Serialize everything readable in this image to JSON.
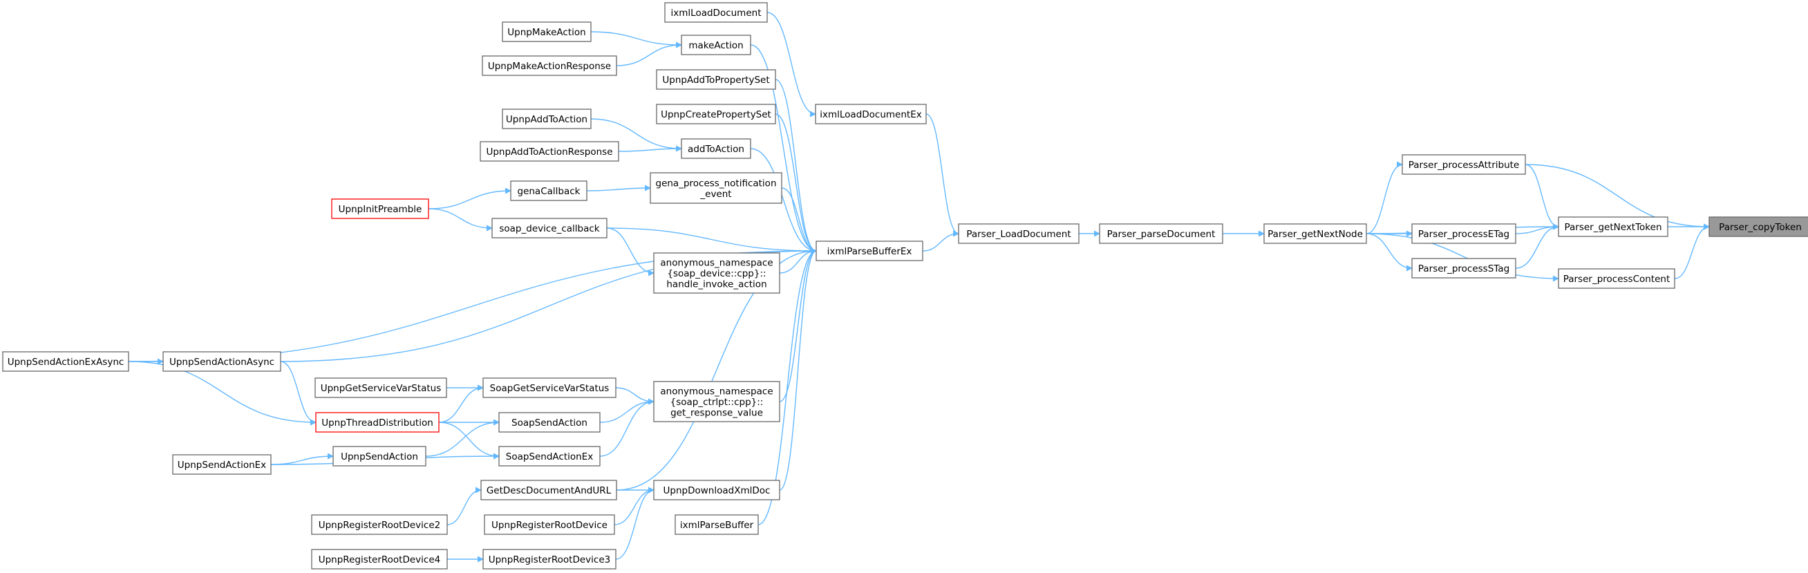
{
  "graph": {
    "colors": {
      "edge": "#63b8ff",
      "node_border": "#666666",
      "highlight_border": "#ff0000",
      "focus_fill": "#999999"
    },
    "nodes": [
      {
        "id": "Parser_copyToken",
        "lines": [
          "Parser_copyToken"
        ],
        "style": "gray"
      },
      {
        "id": "Parser_processAttribute",
        "lines": [
          "Parser_processAttribute"
        ]
      },
      {
        "id": "Parser_getNextToken",
        "lines": [
          "Parser_getNextToken"
        ]
      },
      {
        "id": "Parser_processContent",
        "lines": [
          "Parser_processContent"
        ]
      },
      {
        "id": "Parser_getNextNode",
        "lines": [
          "Parser_getNextNode"
        ]
      },
      {
        "id": "Parser_processETag",
        "lines": [
          "Parser_processETag"
        ]
      },
      {
        "id": "Parser_processSTag",
        "lines": [
          "Parser_processSTag"
        ]
      },
      {
        "id": "Parser_parseDocument",
        "lines": [
          "Parser_parseDocument"
        ]
      },
      {
        "id": "Parser_LoadDocument",
        "lines": [
          "Parser_LoadDocument"
        ]
      },
      {
        "id": "ixmlLoadDocumentEx",
        "lines": [
          "ixmlLoadDocumentEx"
        ]
      },
      {
        "id": "ixmlParseBufferEx",
        "lines": [
          "ixmlParseBufferEx"
        ]
      },
      {
        "id": "ixmlLoadDocument",
        "lines": [
          "ixmlLoadDocument"
        ]
      },
      {
        "id": "makeAction",
        "lines": [
          "makeAction"
        ]
      },
      {
        "id": "UpnpMakeAction",
        "lines": [
          "UpnpMakeAction"
        ]
      },
      {
        "id": "UpnpMakeActionResponse",
        "lines": [
          "UpnpMakeActionResponse"
        ]
      },
      {
        "id": "UpnpAddToPropertySet",
        "lines": [
          "UpnpAddToPropertySet"
        ]
      },
      {
        "id": "UpnpCreatePropertySet",
        "lines": [
          "UpnpCreatePropertySet"
        ]
      },
      {
        "id": "addToAction",
        "lines": [
          "addToAction"
        ]
      },
      {
        "id": "UpnpAddToAction",
        "lines": [
          "UpnpAddToAction"
        ]
      },
      {
        "id": "UpnpAddToActionResponse",
        "lines": [
          "UpnpAddToActionResponse"
        ]
      },
      {
        "id": "gena_process_notification_event",
        "lines": [
          "gena_process_notification",
          "_event"
        ]
      },
      {
        "id": "genaCallback",
        "lines": [
          "genaCallback"
        ]
      },
      {
        "id": "UpnpInitPreamble",
        "lines": [
          "UpnpInitPreamble"
        ],
        "style": "red"
      },
      {
        "id": "soap_device_callback",
        "lines": [
          "soap_device_callback"
        ]
      },
      {
        "id": "handle_invoke_action",
        "lines": [
          "anonymous_namespace",
          "{soap_device::cpp}::",
          "handle_invoke_action"
        ]
      },
      {
        "id": "UpnpSendActionExAsync",
        "lines": [
          "UpnpSendActionExAsync"
        ]
      },
      {
        "id": "UpnpSendActionAsync",
        "lines": [
          "UpnpSendActionAsync"
        ]
      },
      {
        "id": "get_response_value",
        "lines": [
          "anonymous_namespace",
          "{soap_ctrlpt::cpp}::",
          "get_response_value"
        ]
      },
      {
        "id": "UpnpGetServiceVarStatus",
        "lines": [
          "UpnpGetServiceVarStatus"
        ]
      },
      {
        "id": "SoapGetServiceVarStatus",
        "lines": [
          "SoapGetServiceVarStatus"
        ]
      },
      {
        "id": "UpnpThreadDistribution",
        "lines": [
          "UpnpThreadDistribution"
        ],
        "style": "red"
      },
      {
        "id": "SoapSendAction",
        "lines": [
          "SoapSendAction"
        ]
      },
      {
        "id": "UpnpSendAction",
        "lines": [
          "UpnpSendAction"
        ]
      },
      {
        "id": "SoapSendActionEx",
        "lines": [
          "SoapSendActionEx"
        ]
      },
      {
        "id": "UpnpSendActionEx",
        "lines": [
          "UpnpSendActionEx"
        ]
      },
      {
        "id": "GetDescDocumentAndURL",
        "lines": [
          "GetDescDocumentAndURL"
        ]
      },
      {
        "id": "UpnpDownloadXmlDoc",
        "lines": [
          "UpnpDownloadXmlDoc"
        ]
      },
      {
        "id": "UpnpRegisterRootDevice2",
        "lines": [
          "UpnpRegisterRootDevice2"
        ]
      },
      {
        "id": "UpnpRegisterRootDevice",
        "lines": [
          "UpnpRegisterRootDevice"
        ]
      },
      {
        "id": "ixmlParseBuffer",
        "lines": [
          "ixmlParseBuffer"
        ]
      },
      {
        "id": "UpnpRegisterRootDevice4",
        "lines": [
          "UpnpRegisterRootDevice4"
        ]
      },
      {
        "id": "UpnpRegisterRootDevice3",
        "lines": [
          "UpnpRegisterRootDevice3"
        ]
      }
    ],
    "edges": [
      {
        "from": "Parser_copyToken",
        "to": "Parser_getNextToken"
      },
      {
        "from": "Parser_copyToken",
        "to": "Parser_processAttribute"
      },
      {
        "from": "Parser_copyToken",
        "to": "Parser_processContent"
      },
      {
        "from": "Parser_processAttribute",
        "to": "Parser_getNextNode"
      },
      {
        "from": "Parser_getNextToken",
        "to": "Parser_processAttribute"
      },
      {
        "from": "Parser_getNextToken",
        "to": "Parser_getNextNode"
      },
      {
        "from": "Parser_getNextToken",
        "to": "Parser_processETag"
      },
      {
        "from": "Parser_getNextToken",
        "to": "Parser_processSTag"
      },
      {
        "from": "Parser_processETag",
        "to": "Parser_getNextNode"
      },
      {
        "from": "Parser_processSTag",
        "to": "Parser_getNextNode"
      },
      {
        "from": "Parser_processContent",
        "to": "Parser_getNextNode"
      },
      {
        "from": "Parser_getNextNode",
        "to": "Parser_parseDocument"
      },
      {
        "from": "Parser_parseDocument",
        "to": "Parser_LoadDocument"
      },
      {
        "from": "Parser_LoadDocument",
        "to": "ixmlLoadDocumentEx"
      },
      {
        "from": "Parser_LoadDocument",
        "to": "ixmlParseBufferEx"
      },
      {
        "from": "ixmlLoadDocumentEx",
        "to": "ixmlLoadDocument"
      },
      {
        "from": "ixmlParseBufferEx",
        "to": "makeAction"
      },
      {
        "from": "ixmlParseBufferEx",
        "to": "UpnpAddToPropertySet"
      },
      {
        "from": "ixmlParseBufferEx",
        "to": "UpnpCreatePropertySet"
      },
      {
        "from": "ixmlParseBufferEx",
        "to": "addToAction"
      },
      {
        "from": "ixmlParseBufferEx",
        "to": "gena_process_notification_event"
      },
      {
        "from": "ixmlParseBufferEx",
        "to": "soap_device_callback"
      },
      {
        "from": "ixmlParseBufferEx",
        "to": "handle_invoke_action"
      },
      {
        "from": "ixmlParseBufferEx",
        "to": "UpnpSendActionExAsync"
      },
      {
        "from": "ixmlParseBufferEx",
        "to": "UpnpSendActionAsync"
      },
      {
        "from": "ixmlParseBufferEx",
        "to": "get_response_value"
      },
      {
        "from": "ixmlParseBufferEx",
        "to": "GetDescDocumentAndURL"
      },
      {
        "from": "ixmlParseBufferEx",
        "to": "UpnpDownloadXmlDoc"
      },
      {
        "from": "ixmlParseBufferEx",
        "to": "ixmlParseBuffer"
      },
      {
        "from": "makeAction",
        "to": "UpnpMakeAction"
      },
      {
        "from": "makeAction",
        "to": "UpnpMakeActionResponse"
      },
      {
        "from": "addToAction",
        "to": "UpnpAddToAction"
      },
      {
        "from": "addToAction",
        "to": "UpnpAddToActionResponse"
      },
      {
        "from": "gena_process_notification_event",
        "to": "genaCallback"
      },
      {
        "from": "genaCallback",
        "to": "UpnpInitPreamble"
      },
      {
        "from": "soap_device_callback",
        "to": "UpnpInitPreamble"
      },
      {
        "from": "handle_invoke_action",
        "to": "soap_device_callback"
      },
      {
        "from": "UpnpSendActionAsync",
        "to": "UpnpSendActionExAsync"
      },
      {
        "from": "UpnpThreadDistribution",
        "to": "UpnpSendActionAsync"
      },
      {
        "from": "UpnpThreadDistribution",
        "to": "UpnpSendActionExAsync"
      },
      {
        "from": "get_response_value",
        "to": "SoapGetServiceVarStatus"
      },
      {
        "from": "get_response_value",
        "to": "SoapSendAction"
      },
      {
        "from": "get_response_value",
        "to": "SoapSendActionEx"
      },
      {
        "from": "SoapGetServiceVarStatus",
        "to": "UpnpGetServiceVarStatus"
      },
      {
        "from": "SoapGetServiceVarStatus",
        "to": "UpnpThreadDistribution"
      },
      {
        "from": "SoapSendAction",
        "to": "UpnpThreadDistribution"
      },
      {
        "from": "SoapSendAction",
        "to": "UpnpSendAction"
      },
      {
        "from": "SoapSendActionEx",
        "to": "UpnpThreadDistribution"
      },
      {
        "from": "SoapSendActionEx",
        "to": "UpnpSendActionEx"
      },
      {
        "from": "UpnpSendAction",
        "to": "UpnpSendActionEx"
      },
      {
        "from": "UpnpDownloadXmlDoc",
        "to": "GetDescDocumentAndURL"
      },
      {
        "from": "UpnpDownloadXmlDoc",
        "to": "UpnpRegisterRootDevice"
      },
      {
        "from": "UpnpDownloadXmlDoc",
        "to": "UpnpRegisterRootDevice3"
      },
      {
        "from": "GetDescDocumentAndURL",
        "to": "UpnpRegisterRootDevice2"
      },
      {
        "from": "UpnpRegisterRootDevice3",
        "to": "UpnpRegisterRootDevice4"
      }
    ]
  }
}
